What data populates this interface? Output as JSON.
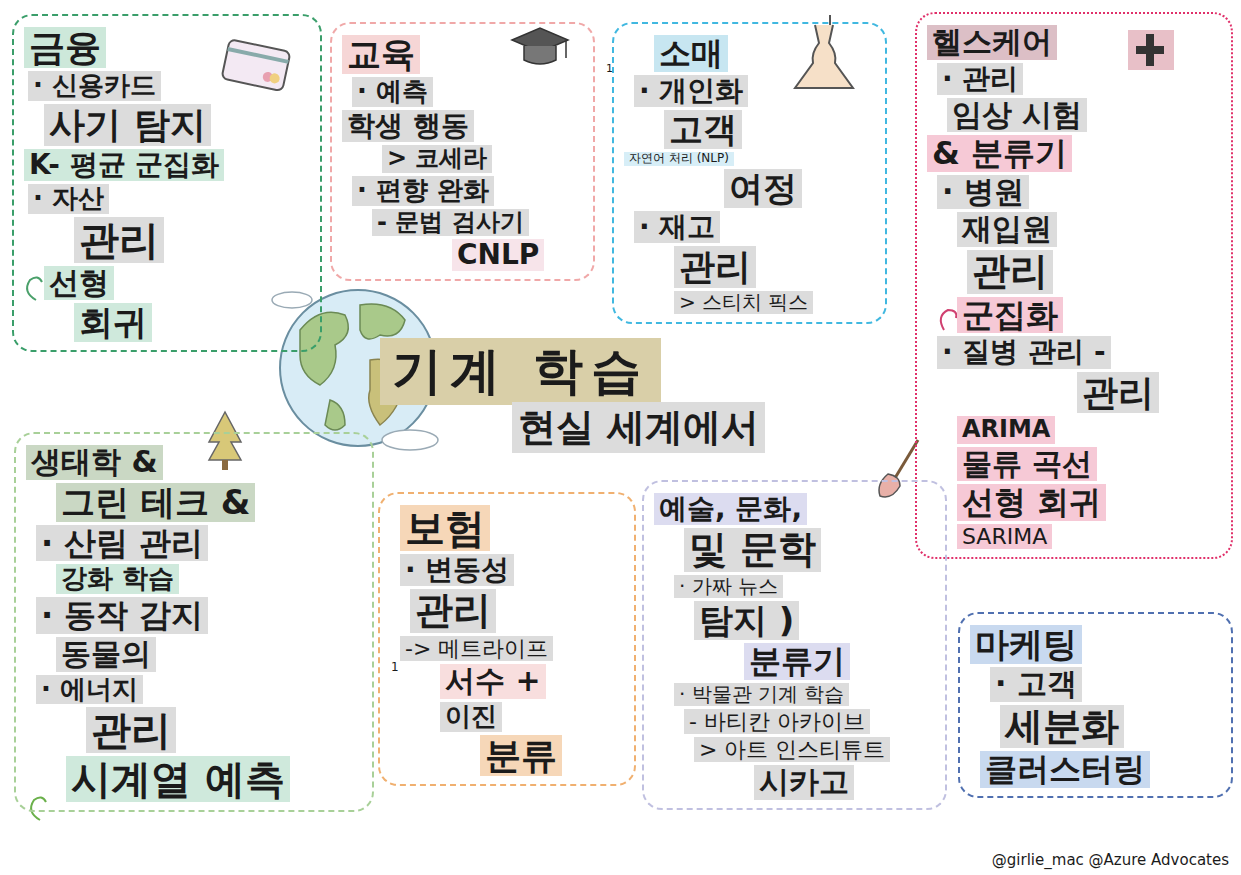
{
  "diagram": {
    "title": "기계 학습",
    "nodes": [
      {
        "text": [
          "금융",
          "· 신용카드",
          "사기 탐지",
          "K- 평균 군집화",
          "· 자산",
          "관리",
          "선형",
          "회귀"
        ]
      },
      {
        "text": [
          "교육",
          "· 예측",
          "학생 행동",
          "> 코세라",
          "· 편향 완화",
          "- 문법 검사기",
          "CNLP"
        ]
      },
      {
        "text": [
          "소매",
          "· 개인화",
          "고객",
          "자연어 처리 (NLP)",
          "여정",
          "· 재고",
          "관리",
          "> 스티치 픽스"
        ]
      },
      {
        "text": [
          "헬스케어",
          "· 관리",
          "임상 시험",
          "& 분류기",
          "· 병원",
          "재입원",
          "관리",
          "군집화",
          "· 질병 관리 -",
          "관리",
          "ARIMA",
          "물류 곡선",
          "선형 회귀",
          "SARIMA"
        ]
      },
      {
        "text": [
          "생태학 &",
          "그린 테크 &",
          "· 산림 관리",
          "강화 학습",
          "· 동작 감지",
          "동물의",
          "· 에너지",
          "관리",
          "시계열 예측"
        ]
      },
      {
        "text": [
          "보험",
          "· 변동성",
          "관리",
          "-> 메트라이프",
          "서수 +",
          "이진",
          "분류"
        ]
      },
      {
        "text": [
          "예술, 문화,",
          "및 문학",
          "· 가짜 뉴스",
          "탐지 )",
          "분류기",
          "· 박물관 기계 학습",
          "- 바티칸 아카이브",
          "> 아트 인스티튜트",
          "시카고"
        ]
      },
      {
        "text": [
          "마케팅",
          "· 고객",
          "세분화",
          "클러스터링"
        ]
      }
    ],
    "labels": [
      "현실 세계에서",
      "1",
      "1",
      "@girlie_mac @Azure Advocates"
    ]
  }
}
